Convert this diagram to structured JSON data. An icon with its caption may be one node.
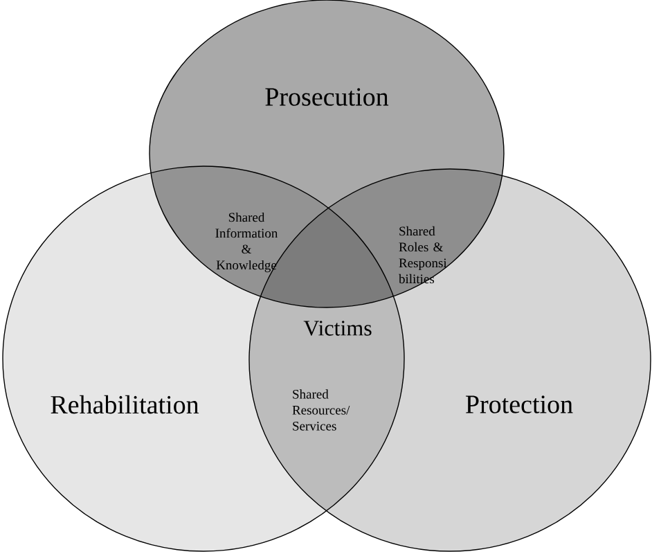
{
  "diagram": {
    "nodes": [
      {
        "text": [
          "Prosecution"
        ]
      },
      {
        "text": [
          "Rehabilitation"
        ]
      },
      {
        "text": [
          "Protection"
        ]
      },
      {
        "text": [
          "Victims"
        ]
      }
    ],
    "edges": [],
    "labels": [
      "Shared Information & Knowledge",
      "Shared Roles & Responsi bilities",
      "Shared Resources/ Services"
    ]
  }
}
